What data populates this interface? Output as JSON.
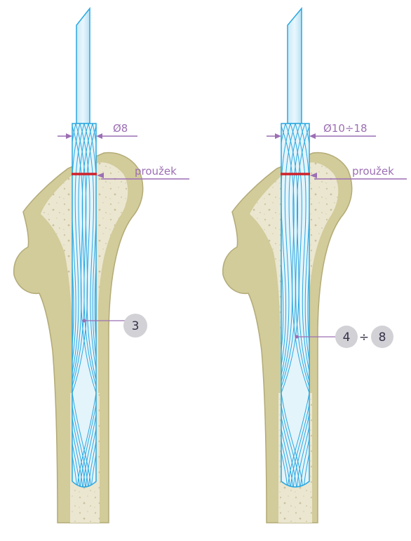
{
  "colors": {
    "bone_outer": "#d2cb9a",
    "bone_outer_dark": "#a8a06a",
    "bone_inner": "#ebe6cf",
    "bone_speck": "#c9c1a1",
    "reamer_blue": "#2aa7e0",
    "reamer_fill": "#dff2fb",
    "stripe_red": "#d0202a",
    "annotation_purple": "#9c6fb4",
    "badge_grey": "#d2d1d6",
    "badge_text": "#37324a"
  },
  "left": {
    "diameter_label": "Ø8",
    "stripe_label": "proužek",
    "size_badge": "3"
  },
  "right": {
    "diameter_label": "Ø10÷18",
    "stripe_label": "proužek",
    "size_badge_from": "4",
    "size_separator": "÷",
    "size_badge_to": "8"
  }
}
